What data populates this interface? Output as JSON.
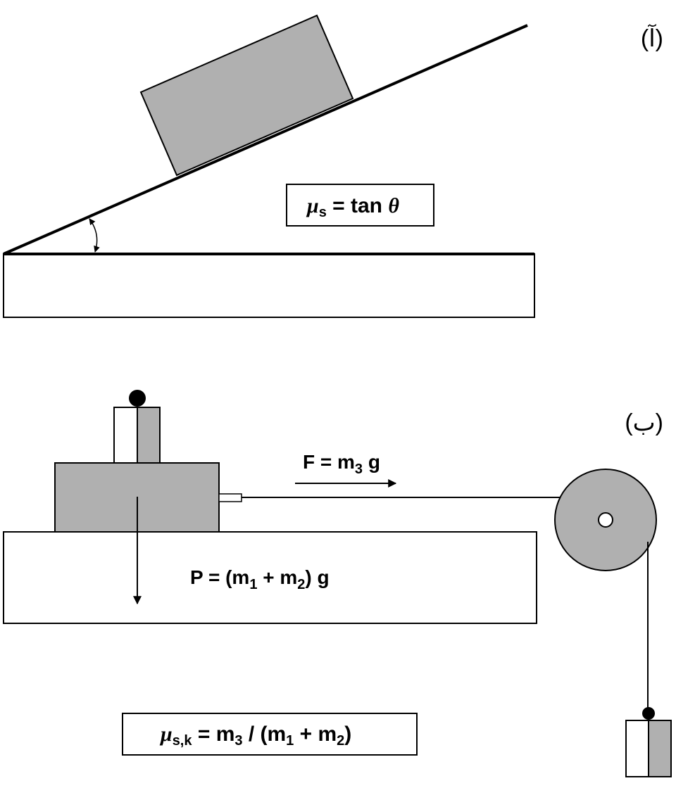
{
  "panel_a": {
    "label": "(آ)",
    "formula": {
      "symbol": "μ",
      "subscript": "s",
      "rest": " = tan ",
      "angle": "θ"
    }
  },
  "panel_b": {
    "label": "(ب)",
    "force": {
      "prefix": "F = m",
      "subscript": "3",
      "suffix": " g"
    },
    "weight": {
      "p1": "P = (m",
      "s1": "1",
      "p2": " + m",
      "s2": "2",
      "p3": ") g"
    },
    "formula": {
      "symbol": "μ",
      "subscript": "s,k",
      "p1": " = m",
      "s1": "3",
      "p2": " / (m",
      "s2": "1",
      "p3": " + m",
      "s3": "2",
      "p4": ")"
    }
  },
  "colors": {
    "block_fill": "#b0b0b0",
    "line": "#000000",
    "background": "#ffffff"
  }
}
